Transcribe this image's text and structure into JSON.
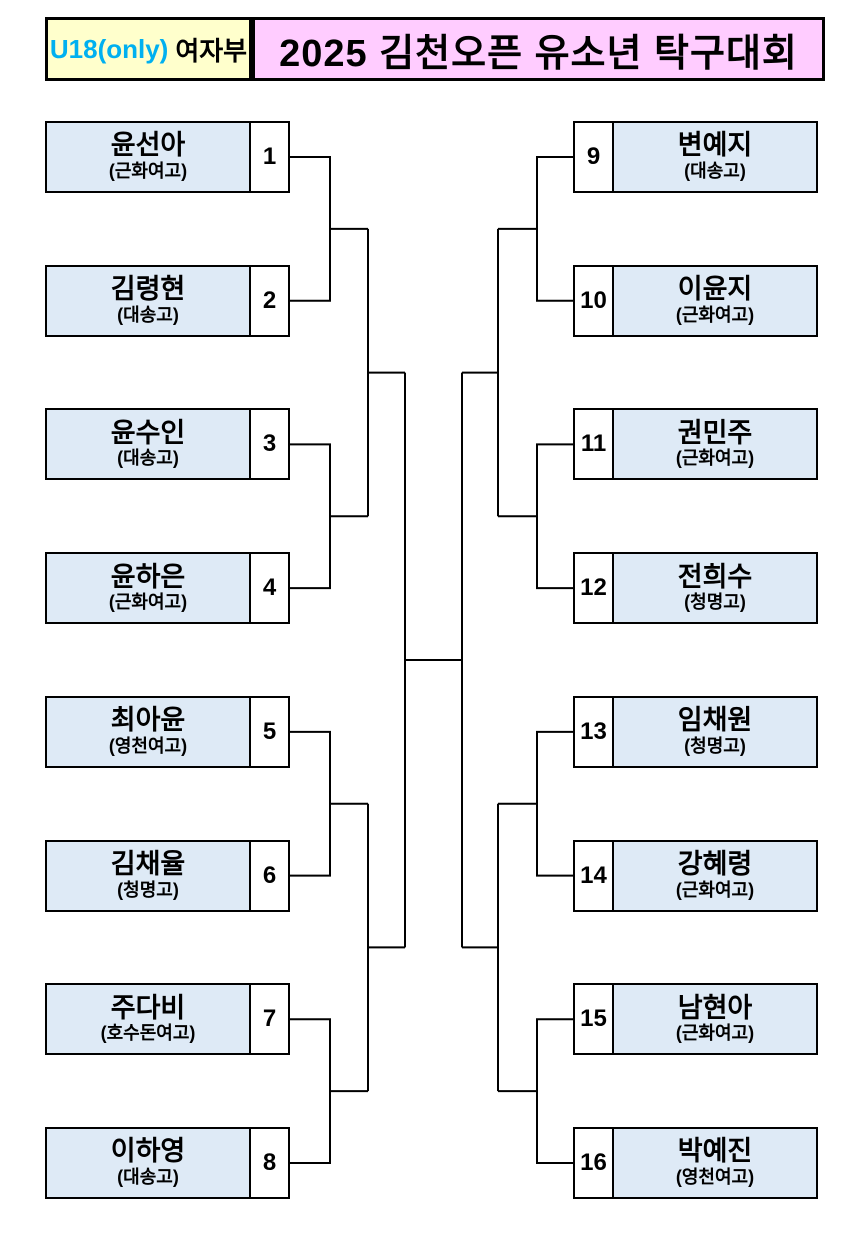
{
  "header": {
    "division_label": "U18(only)",
    "division_suffix": "여자부",
    "title": "2025 김천오픈 유소년 탁구대회"
  },
  "colors": {
    "box_fill": "#DEEAF6",
    "division_fill": "#FFFFCC",
    "title_fill": "#FFCCFF",
    "division_text": "#00B0F0",
    "line": "#000000"
  },
  "bracket": {
    "left": [
      {
        "seed": "1",
        "name": "윤선아",
        "school": "(근화여고)"
      },
      {
        "seed": "2",
        "name": "김령현",
        "school": "(대송고)"
      },
      {
        "seed": "3",
        "name": "윤수인",
        "school": "(대송고)"
      },
      {
        "seed": "4",
        "name": "윤하은",
        "school": "(근화여고)"
      },
      {
        "seed": "5",
        "name": "최아윤",
        "school": "(영천여고)"
      },
      {
        "seed": "6",
        "name": "김채율",
        "school": "(청명고)"
      },
      {
        "seed": "7",
        "name": "주다비",
        "school": "(호수돈여고)"
      },
      {
        "seed": "8",
        "name": "이하영",
        "school": "(대송고)"
      }
    ],
    "right": [
      {
        "seed": "9",
        "name": "변예지",
        "school": "(대송고)"
      },
      {
        "seed": "10",
        "name": "이윤지",
        "school": "(근화여고)"
      },
      {
        "seed": "11",
        "name": "권민주",
        "school": "(근화여고)"
      },
      {
        "seed": "12",
        "name": "전희수",
        "school": "(청명고)"
      },
      {
        "seed": "13",
        "name": "임채원",
        "school": "(청명고)"
      },
      {
        "seed": "14",
        "name": "강혜령",
        "school": "(근화여고)"
      },
      {
        "seed": "15",
        "name": "남현아",
        "school": "(근화여고)"
      },
      {
        "seed": "16",
        "name": "박예진",
        "school": "(영천여고)"
      }
    ]
  }
}
